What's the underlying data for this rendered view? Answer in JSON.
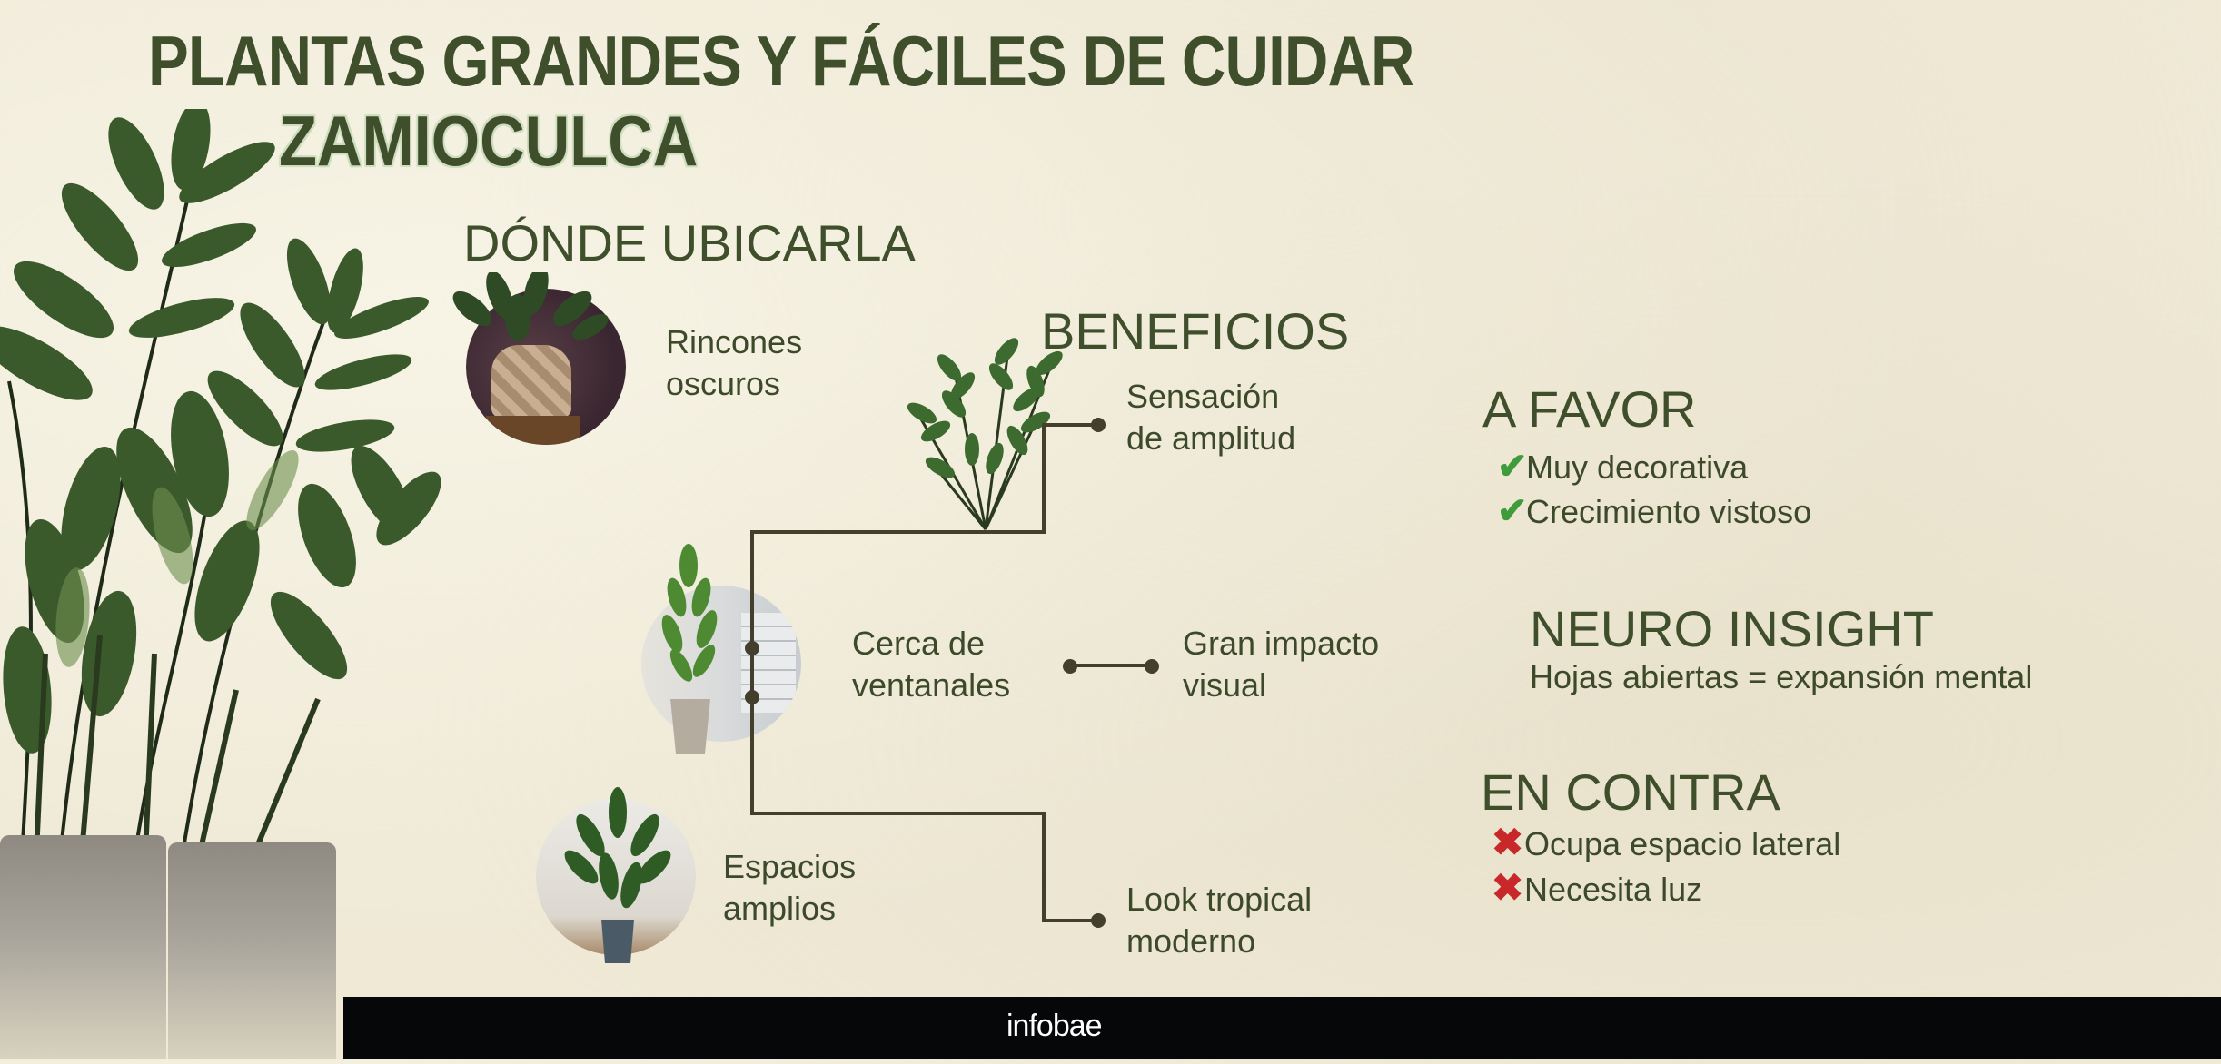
{
  "header": {
    "title": "PLANTAS GRANDES Y FÁCILES DE CUIDAR",
    "subtitle": "ZAMIOCULCA"
  },
  "donde": {
    "heading": "DÓNDE UBICARLA",
    "items": [
      {
        "line1": "Rincones",
        "line2": "oscuros",
        "image": "plant-in-woven-basket-photo"
      },
      {
        "line1": "Cerca de",
        "line2": "ventanales",
        "image": "plant-near-window-photo"
      },
      {
        "line1": "Espacios",
        "line2": "amplios",
        "image": "tall-plant-in-blue-pot-photo"
      }
    ]
  },
  "beneficios": {
    "heading": "BENEFICIOS",
    "items": [
      {
        "line1": "Sensación",
        "line2": "de amplitud"
      },
      {
        "line1": "Gran impacto",
        "line2": "visual"
      },
      {
        "line1": "Look tropical",
        "line2": "moderno"
      }
    ]
  },
  "a_favor": {
    "heading": "A FAVOR",
    "icon": "check-icon",
    "icon_color": "#3e9c3a",
    "items": [
      "Muy decorativa",
      "Crecimiento vistoso"
    ]
  },
  "neuro": {
    "heading": "NEURO INSIGHT",
    "text": "Hojas abiertas = expansión mental"
  },
  "en_contra": {
    "heading": "EN CONTRA",
    "icon": "cross-icon",
    "icon_color": "#c9282a",
    "items": [
      "Ocupa espacio lateral",
      "Necesita luz"
    ]
  },
  "footer": {
    "brand": "infobae"
  },
  "colors": {
    "background": "#efe9d6",
    "heading_green": "#3f4f2c",
    "connector": "#433f2c",
    "footer_bg": "#050709"
  },
  "glyphs": {
    "check": "✔",
    "cross": "✖"
  }
}
